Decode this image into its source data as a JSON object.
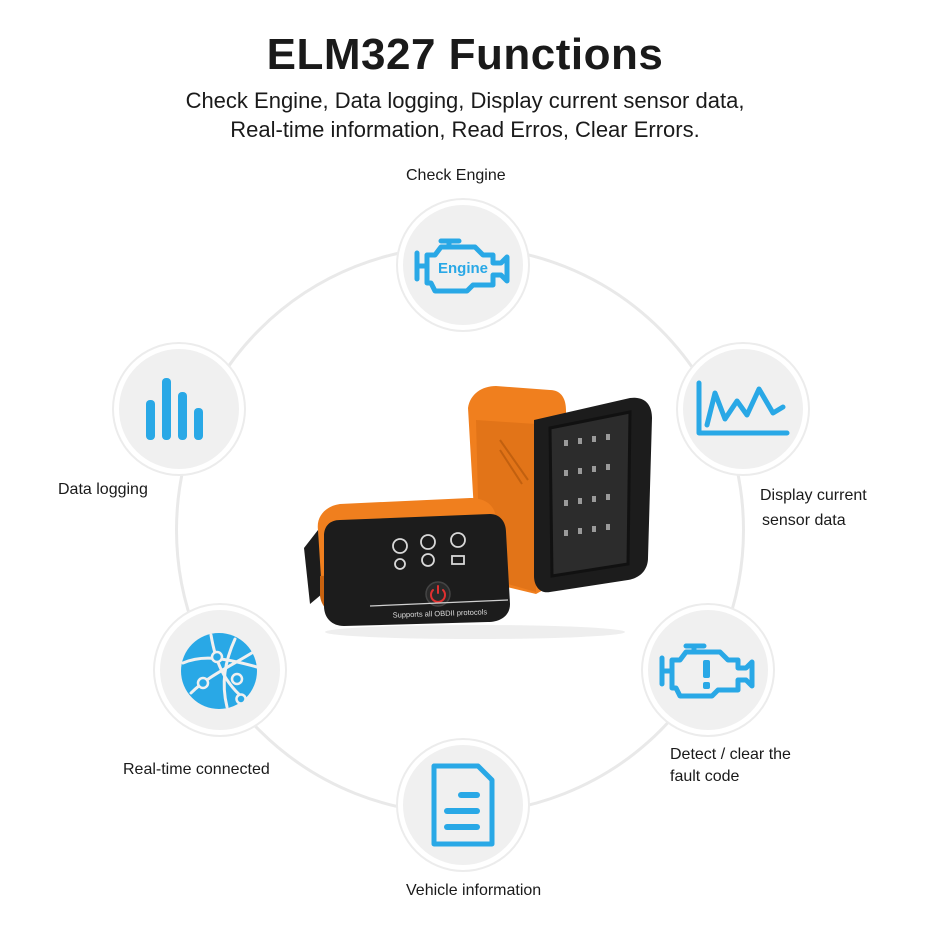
{
  "header": {
    "title": "ELM327 Functions",
    "subtitle_line1": "Check Engine, Data logging, Display current sensor data,",
    "subtitle_line2": "Real-time information, Read Erros, Clear Errors."
  },
  "features": {
    "check_engine": {
      "label": "Check Engine",
      "icon": "engine-icon",
      "icon_text": "Engine"
    },
    "data_logging": {
      "label": "Data logging",
      "icon": "bar-chart-icon"
    },
    "display_sensor": {
      "label_line1": "Display current",
      "label_line2": "sensor data",
      "icon": "line-chart-icon"
    },
    "realtime": {
      "label": "Real-time connected",
      "icon": "globe-icon"
    },
    "fault_code": {
      "label_line1": "Detect / clear the",
      "label_line2": "fault code",
      "icon": "engine-warning-icon"
    },
    "vehicle_info": {
      "label": "Vehicle information",
      "icon": "document-icon"
    }
  },
  "device": {
    "caption": "Supports all OBDII protocols"
  },
  "colors": {
    "icon_blue": "#29a8e6",
    "device_orange": "#f07f1e",
    "device_black": "#1c1c1c",
    "ring_gray": "#e9e9e9",
    "node_fill": "#f0f0f0"
  }
}
